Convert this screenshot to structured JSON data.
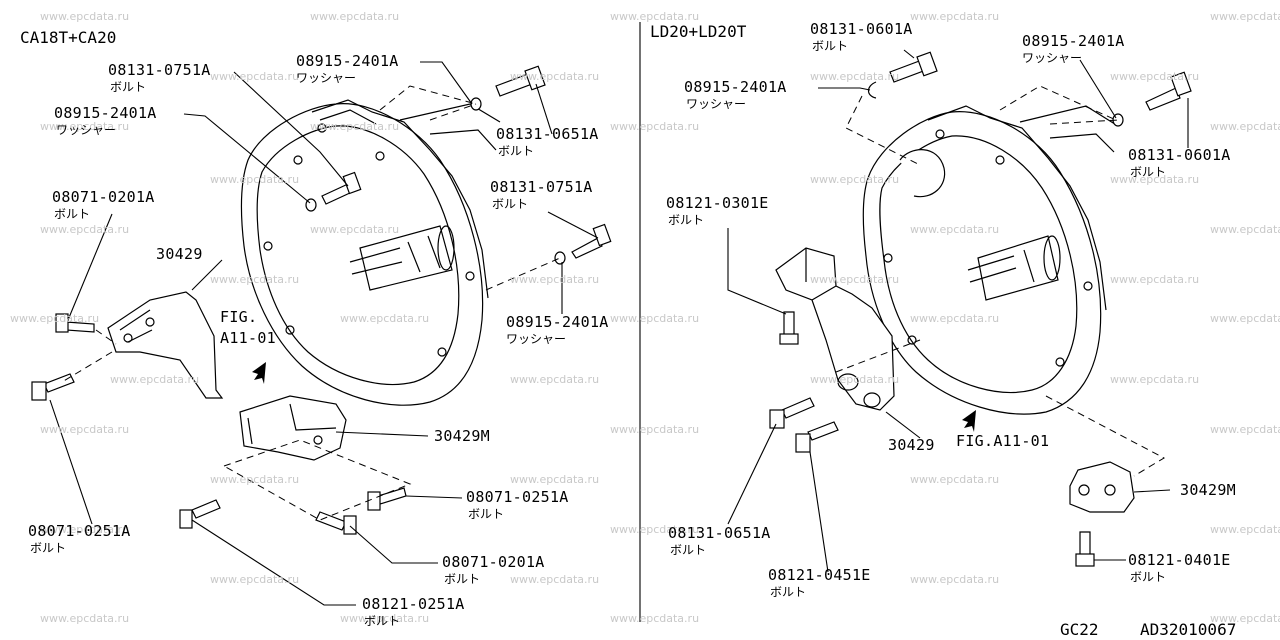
{
  "watermark": "www.epcdata.ru",
  "left_panel": {
    "title": "CA18T+CA20",
    "fig_ref": [
      "FIG.",
      "A11-01"
    ],
    "callouts": [
      {
        "part_no": "08131-0751A",
        "name": "ボルト"
      },
      {
        "part_no": "08915-2401A",
        "name": "ワッシャー"
      },
      {
        "part_no": "08915-2401A",
        "name": "ワッシャー"
      },
      {
        "part_no": "08131-0651A",
        "name": "ボルト"
      },
      {
        "part_no": "08071-0201A",
        "name": "ボルト"
      },
      {
        "part_no": "08131-0751A",
        "name": "ボルト"
      },
      {
        "part_no": "30429",
        "name": ""
      },
      {
        "part_no": "08915-2401A",
        "name": "ワッシャー"
      },
      {
        "part_no": "30429M",
        "name": ""
      },
      {
        "part_no": "08071-0251A",
        "name": "ボルト"
      },
      {
        "part_no": "08071-0251A",
        "name": "ボルト"
      },
      {
        "part_no": "08071-0201A",
        "name": "ボルト"
      },
      {
        "part_no": "08121-0251A",
        "name": "ボルト"
      }
    ]
  },
  "right_panel": {
    "title": "LD20+LD20T",
    "fig_ref": "FIG.A11-01",
    "callouts": [
      {
        "part_no": "08131-0601A",
        "name": "ボルト"
      },
      {
        "part_no": "08915-2401A",
        "name": "ワッシャー"
      },
      {
        "part_no": "08915-2401A",
        "name": "ワッシャー"
      },
      {
        "part_no": "08131-0601A",
        "name": "ボルト"
      },
      {
        "part_no": "08121-0301E",
        "name": "ボルト"
      },
      {
        "part_no": "30429",
        "name": ""
      },
      {
        "part_no": "30429M",
        "name": ""
      },
      {
        "part_no": "08131-0651A",
        "name": "ボルト"
      },
      {
        "part_no": "08121-0451E",
        "name": "ボルト"
      },
      {
        "part_no": "08121-0401E",
        "name": "ボルト"
      }
    ]
  },
  "footer": {
    "code": "GC22",
    "drawing_no": "AD32010067"
  }
}
